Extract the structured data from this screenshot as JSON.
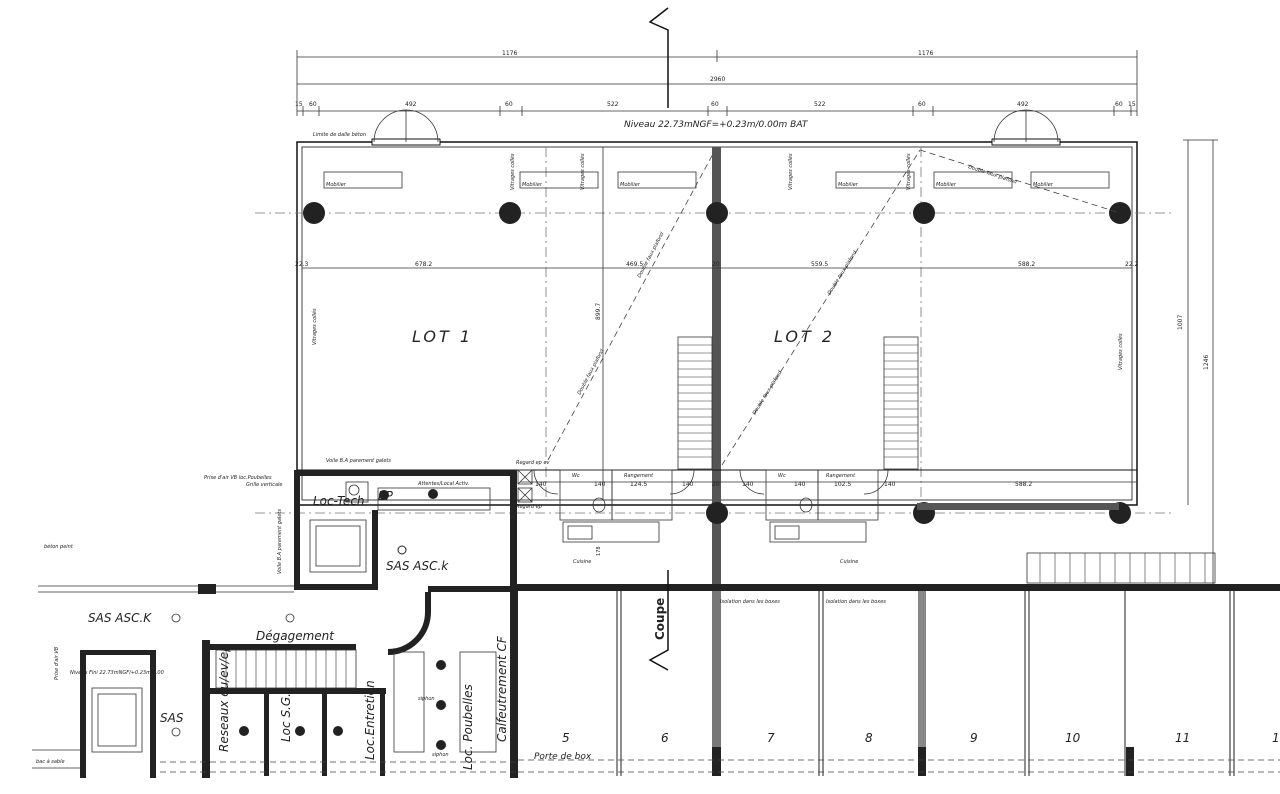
{
  "dimensions": {
    "top_left": "1176",
    "top_right": "1176",
    "overall": "2960",
    "seg": [
      "15",
      "60",
      "492",
      "60",
      "522",
      "60",
      "522",
      "60",
      "492",
      "60",
      "15"
    ],
    "inner": [
      "22.3",
      "678.2",
      "469.5",
      "20",
      "559.5",
      "588.2",
      "22.2"
    ],
    "mid_vertical": "899.7",
    "lower": [
      "140",
      "140",
      "124.5",
      "140",
      "140",
      "140",
      "102.5",
      "140",
      "20",
      "588.2"
    ],
    "right_1": "1007",
    "right_2": "1246",
    "kitchen": "178"
  },
  "level_label": "Niveau  22.73mNGF=+0.23m/0.00m  BAT",
  "level_label_lower": "Niveau Fini 22.73mNGF/+0.23m/0.00",
  "lots": [
    "LOT  1",
    "LOT  2"
  ],
  "labels": {
    "limite": "Limite de dalle béton",
    "mobilier": "Mobilier",
    "vitrages": "Vitrages collés",
    "double_faux": "Double faux plafond",
    "voile": "Voile B.A parement galets",
    "prise_air": "Prise d'air VB loc.Poubelles",
    "grille": "Grille verticale",
    "regard_ev": "Regard ep ev",
    "regard_ep": "Regard ep",
    "attentes": "Attentes/Local Activ.",
    "wc": "Wc",
    "rangement": "Rangement",
    "cuisine": "Cuisine",
    "loc_tech": "Loc-Tech",
    "ep": "EP",
    "sas_asc": "SAS  ASC.k",
    "sas_asc2": "SAS  ASC.K",
    "sas": "SAS",
    "degagement": "Dégagement",
    "beton_peint": "béton peint",
    "voile_parement": "Voile B.A parement galets",
    "prise_air_vb": "Prise d'air VB",
    "reseaux": "Reseaux eu/ev/ep",
    "loc_sg": "Loc S.G.",
    "loc_entretien": "Loc.Entretien",
    "loc_poubelles": "Loc. Poubelles",
    "calfeutrement": "Calfeutrement CF",
    "siphon": "siphon",
    "porte_box": "Porte  de  box",
    "isolation": "Isolation  dans  les  boxes",
    "coupe": "Coupe",
    "bac": "bac à sable"
  },
  "boxes": [
    "5",
    "6",
    "7",
    "8",
    "9",
    "10",
    "11",
    "1"
  ]
}
